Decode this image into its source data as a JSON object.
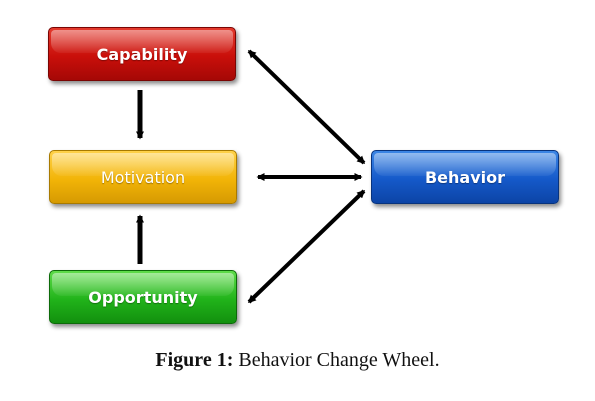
{
  "diagram": {
    "nodes": {
      "capability": "Capability",
      "motivation": "Motivation",
      "opportunity": "Opportunity",
      "behavior": "Behavior"
    },
    "colors": {
      "capability": "#c90f0a",
      "motivation": "#f2b407",
      "opportunity": "#21b31a",
      "behavior": "#1559c9",
      "arrow": "#000000"
    },
    "edges": [
      {
        "from": "capability",
        "to": "motivation",
        "direction": "one-way"
      },
      {
        "from": "opportunity",
        "to": "motivation",
        "direction": "one-way"
      },
      {
        "from": "capability",
        "to": "behavior",
        "direction": "two-way"
      },
      {
        "from": "motivation",
        "to": "behavior",
        "direction": "two-way"
      },
      {
        "from": "opportunity",
        "to": "behavior",
        "direction": "two-way"
      }
    ]
  },
  "caption": {
    "label": "Figure 1:",
    "text": " Behavior Change Wheel."
  }
}
